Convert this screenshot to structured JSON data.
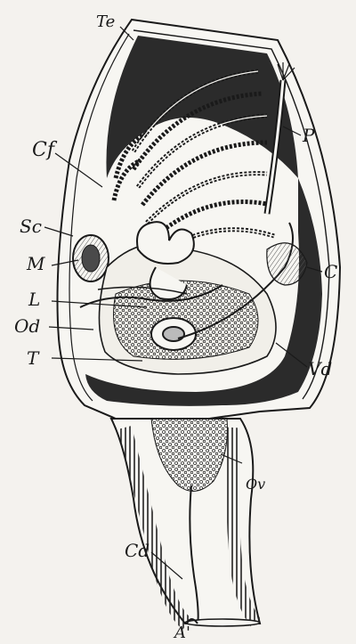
{
  "figure": {
    "labels": {
      "te": "Te",
      "cf": "Cf",
      "sc": "Sc",
      "m": "M",
      "l": "L",
      "od": "Od",
      "t": "T",
      "p": "P",
      "c": "C",
      "vd": "Vd",
      "ov": "Ov",
      "cd": "Cd",
      "a": "A'"
    },
    "colors": {
      "ink": "#1a1a1a",
      "paper": "#f4f2ee",
      "cavity": "#2b2b2b"
    }
  }
}
